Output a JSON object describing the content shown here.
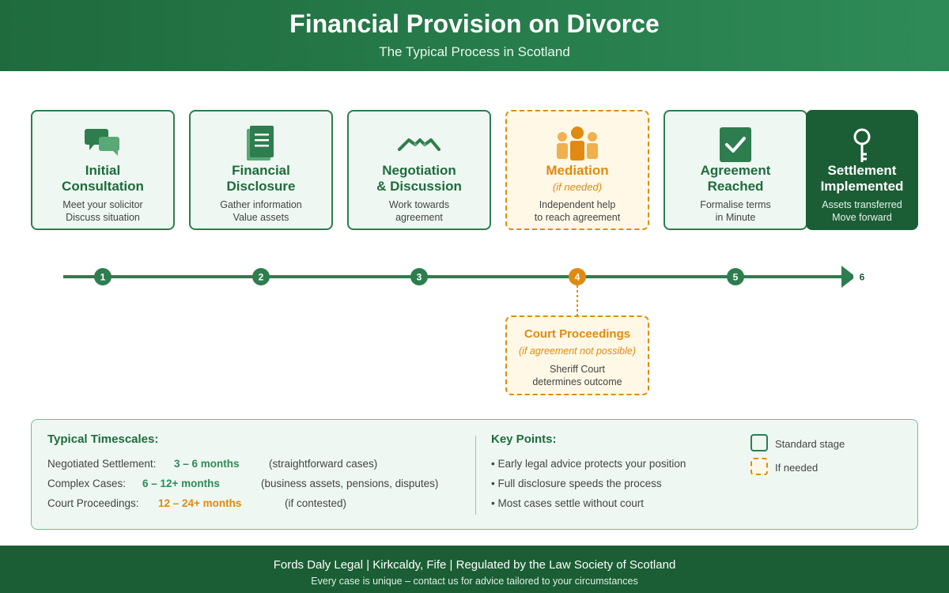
{
  "header": {
    "title": "Financial Provision on Divorce",
    "subtitle": "The Typical Process in Scotland"
  },
  "stages": [
    {
      "title_line1": "Initial",
      "title_line2": "Consultation",
      "desc_line1": "Meet your solicitor",
      "desc_line2": "Discuss situation",
      "icon": "speech-bubbles-icon"
    },
    {
      "title_line1": "Financial",
      "title_line2": "Disclosure",
      "desc_line1": "Gather information",
      "desc_line2": "Value assets",
      "icon": "document-icon"
    },
    {
      "title_line1": "Negotiation",
      "title_line2": "& Discussion",
      "desc_line1": "Work towards",
      "desc_line2": "agreement",
      "icon": "handshake-icon"
    },
    {
      "title_line1": "Mediation",
      "note": "(if needed)",
      "desc_line1": "Independent help",
      "desc_line2": "to reach agreement",
      "icon": "people-group-icon"
    },
    {
      "title_line1": "Agreement",
      "title_line2": "Reached",
      "desc_line1": "Formalise terms",
      "desc_line2": "in Minute",
      "icon": "checkmark-icon"
    },
    {
      "title_line1": "Settlement",
      "title_line2": "Implemented",
      "desc_line1": "Assets transferred",
      "desc_line2": "Move forward",
      "icon": "key-icon"
    }
  ],
  "timeline": {
    "steps": [
      "1",
      "2",
      "3",
      "4",
      "5",
      "6"
    ]
  },
  "court": {
    "title": "Court Proceedings",
    "note": "(if agreement not possible)",
    "desc_line1": "Sheriff Court",
    "desc_line2": "determines outcome"
  },
  "timescales": {
    "heading": "Typical Timescales:",
    "rows": [
      {
        "label": "Negotiated Settlement:",
        "value": "3 – 6 months",
        "note": "(straightforward cases)"
      },
      {
        "label": "Complex Cases:",
        "value": "6 – 12+ months",
        "note": "(business assets, pensions, disputes)"
      },
      {
        "label": "Court Proceedings:",
        "value": "12 – 24+ months",
        "note": "(if contested)"
      }
    ]
  },
  "key_points": {
    "heading": "Key Points:",
    "items": [
      "• Early legal advice protects your position",
      "• Full disclosure speeds the process",
      "• Most cases settle without court"
    ]
  },
  "legend": {
    "standard": "Standard stage",
    "optional": "If needed"
  },
  "footer": {
    "line1": "Fords Daly Legal | Kirkcaldy, Fife | Regulated by the Law Society of Scotland",
    "line2": "Every case is unique – contact us for advice tailored to your circumstances"
  },
  "colors": {
    "primary_green": "#2e7d4f",
    "dark_green": "#1b5e35",
    "accent_orange": "#e08a12",
    "light_green_bg": "#eef7f1",
    "light_orange_bg": "#fff8e6"
  }
}
